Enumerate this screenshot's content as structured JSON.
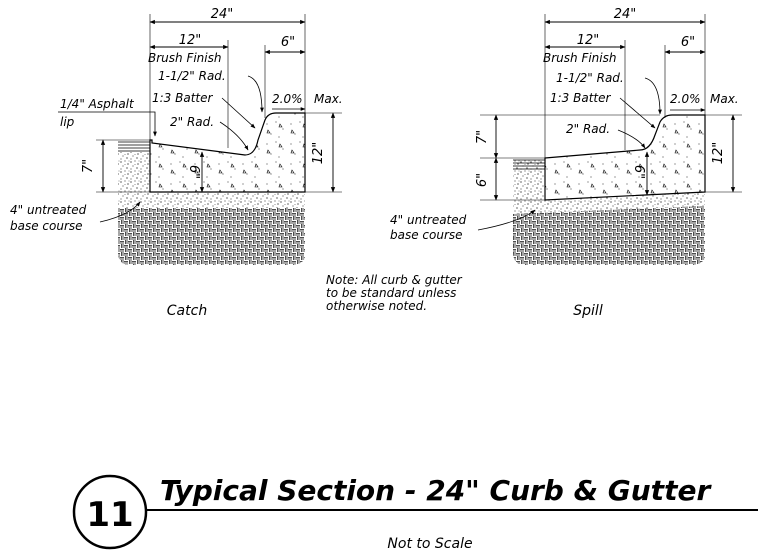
{
  "catch": {
    "dim_total": "24\"",
    "dim_12": "12\"",
    "dim_6": "6\"",
    "brush_finish": "Brush Finish",
    "rad_1_5": "1-1/2\" Rad.",
    "batter": "1:3 Batter",
    "slope": "2.0%",
    "slope_max": "Max.",
    "asphalt_lip": "1/4\" Asphalt",
    "lip": "lip",
    "rad_2": "2\" Rad.",
    "dim_7": "7\"",
    "dim_6_vert": "6\"",
    "dim_12_vert": "12\"",
    "base_course_1": "4\" untreated",
    "base_course_2": "base course",
    "caption": "Catch"
  },
  "spill": {
    "dim_total": "24\"",
    "dim_12": "12\"",
    "dim_6": "6\"",
    "brush_finish": "Brush Finish",
    "rad_1_5": "1-1/2\" Rad.",
    "batter": "1:3 Batter",
    "slope": "2.0%",
    "slope_max": "Max.",
    "rad_2": "2\" Rad.",
    "dim_7": "7\"",
    "dim_6_left": "6\"",
    "dim_6_vert": "6\"",
    "dim_12_vert": "12\"",
    "base_course_1": "4\" untreated",
    "base_course_2": "base course",
    "caption": "Spill"
  },
  "note": {
    "line1": "Note:  All curb & gutter",
    "line2": "to be standard unless",
    "line3": "otherwise noted."
  },
  "title_block": {
    "number": "11",
    "title": "Typical Section - 24\" Curb & Gutter",
    "subtitle": "Not to Scale"
  }
}
